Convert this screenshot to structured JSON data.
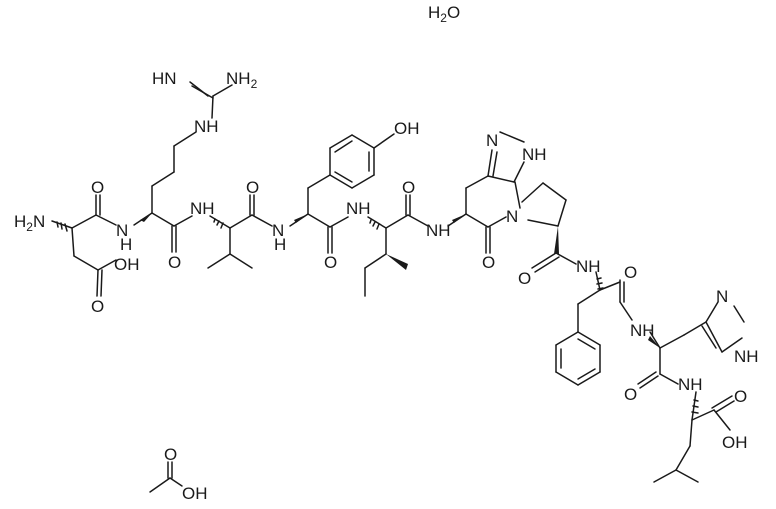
{
  "structure": {
    "labels": [
      {
        "id": "water",
        "text": "H2O"
      },
      {
        "id": "nterm-amine",
        "text": "H2N"
      },
      {
        "id": "asp-oh",
        "text": "OH"
      },
      {
        "id": "asp-o-side",
        "text": "O"
      },
      {
        "id": "asp-o-carbonyl",
        "text": "O"
      },
      {
        "id": "asp-nh",
        "text": "NH"
      },
      {
        "id": "arg-o",
        "text": "O"
      },
      {
        "id": "arg-nh-side",
        "text": "NH"
      },
      {
        "id": "arg-imine",
        "text": "HN"
      },
      {
        "id": "arg-nh2",
        "text": "NH2"
      },
      {
        "id": "arg-nh",
        "text": "NH"
      },
      {
        "id": "val-o",
        "text": "O"
      },
      {
        "id": "val-nh",
        "text": "NH"
      },
      {
        "id": "tyr-o",
        "text": "O"
      },
      {
        "id": "tyr-oh",
        "text": "OH"
      },
      {
        "id": "tyr-nh",
        "text": "NH"
      },
      {
        "id": "ile-o",
        "text": "O"
      },
      {
        "id": "ile-nh",
        "text": "NH"
      },
      {
        "id": "his1-n",
        "text": "N"
      },
      {
        "id": "his1-nh",
        "text": "NH"
      },
      {
        "id": "his1-o",
        "text": "O"
      },
      {
        "id": "pro-n",
        "text": "N"
      },
      {
        "id": "pro-o",
        "text": "O"
      },
      {
        "id": "phe-nh",
        "text": "NH"
      },
      {
        "id": "phe-o",
        "text": "O"
      },
      {
        "id": "his2-nh",
        "text": "NH"
      },
      {
        "id": "his2-n",
        "text": "N"
      },
      {
        "id": "his2-ring-nh",
        "text": "NH"
      },
      {
        "id": "his2-o",
        "text": "O"
      },
      {
        "id": "leu-nh",
        "text": "NH"
      },
      {
        "id": "leu-o",
        "text": "O"
      },
      {
        "id": "leu-oh",
        "text": "OH"
      },
      {
        "id": "acetic-o",
        "text": "O"
      },
      {
        "id": "acetic-oh",
        "text": "OH"
      }
    ]
  }
}
